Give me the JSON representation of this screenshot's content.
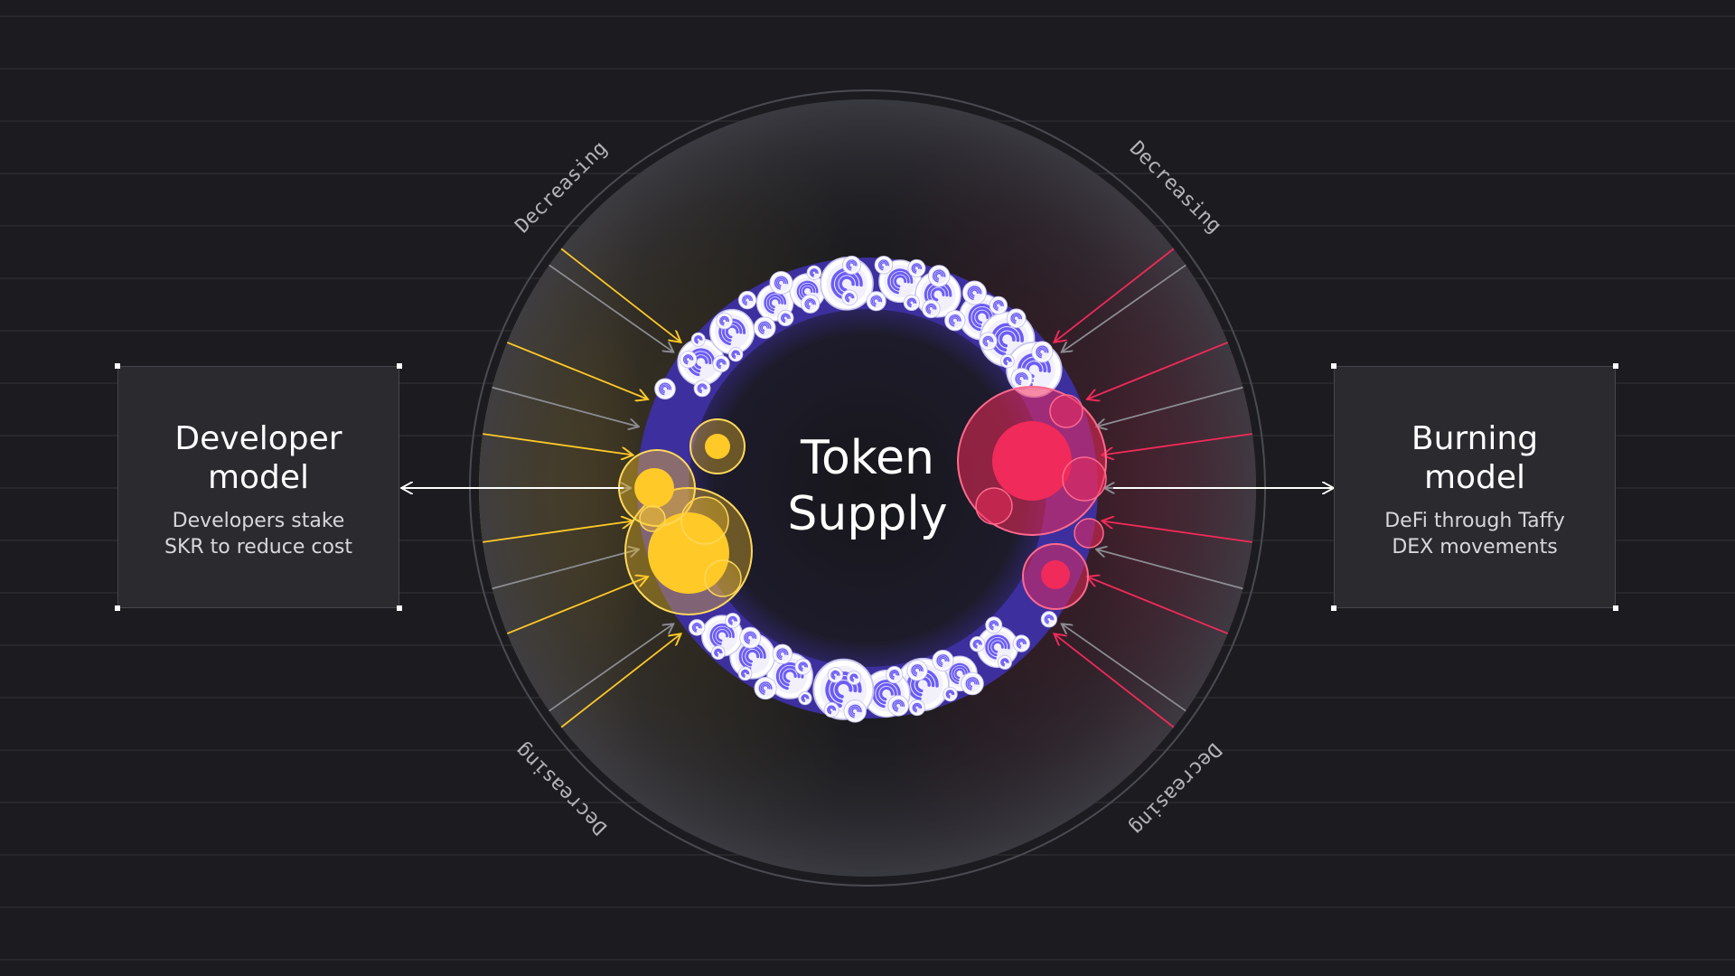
{
  "center": {
    "title": "Token\nSupply"
  },
  "left_panel": {
    "title": "Developer\nmodel",
    "description": "Developers stake\nSKR to reduce cost",
    "color": "#ffc928"
  },
  "right_panel": {
    "title": "Burning\nmodel",
    "description": "DeFi through Taffy\nDEX movements",
    "color": "#f02a5a"
  },
  "ring_labels": {
    "top_left": "Decreasing",
    "top_right": "Decreasing",
    "bottom_left": "Decreasing",
    "bottom_right": "Decreasing"
  },
  "colors": {
    "background": "#1c1c20",
    "token_ring": "#3d2f9e",
    "token_glyph": "#6c5cf5"
  }
}
